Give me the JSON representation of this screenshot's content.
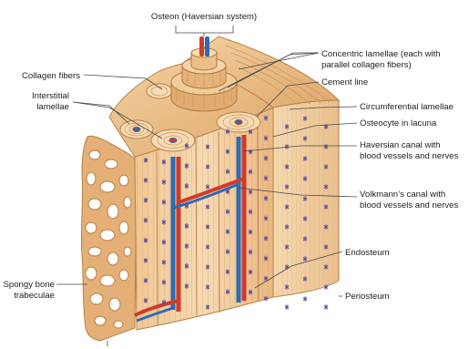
{
  "labels": {
    "osteon": "Osteon (Haversian system)",
    "concentric_1": "Concentric lamellae (each with",
    "concentric_2": "parallel collagen fibers)",
    "collagen_fibers": "Collagen fibers",
    "cement_line": "Cement line",
    "interstitial_1": "Interstitial",
    "interstitial_2": "lamellae",
    "circumferential": "Circumferential lamellae",
    "osteocyte": "Osteocyte in lacuna",
    "haversian_1": "Haversian canal with",
    "haversian_2": "blood vessels and nerves",
    "volkmann_1": "Volkmann’s canal with",
    "volkmann_2": "blood vessels and nerves",
    "endosteum": "Endosteum",
    "spongy_1": "Spongy bone",
    "spongy_2": "trabeculae",
    "periosteum": "Periosteum"
  },
  "colors": {
    "bone_light": "#f3d3a6",
    "bone_mid": "#e8b97f",
    "bone_dark": "#c98f55",
    "spongy": "#e4b078",
    "spongy_hole": "#ffffff",
    "artery": "#d03a2a",
    "vein": "#2e6bb4",
    "osteocyte": "#5b4a9a"
  }
}
